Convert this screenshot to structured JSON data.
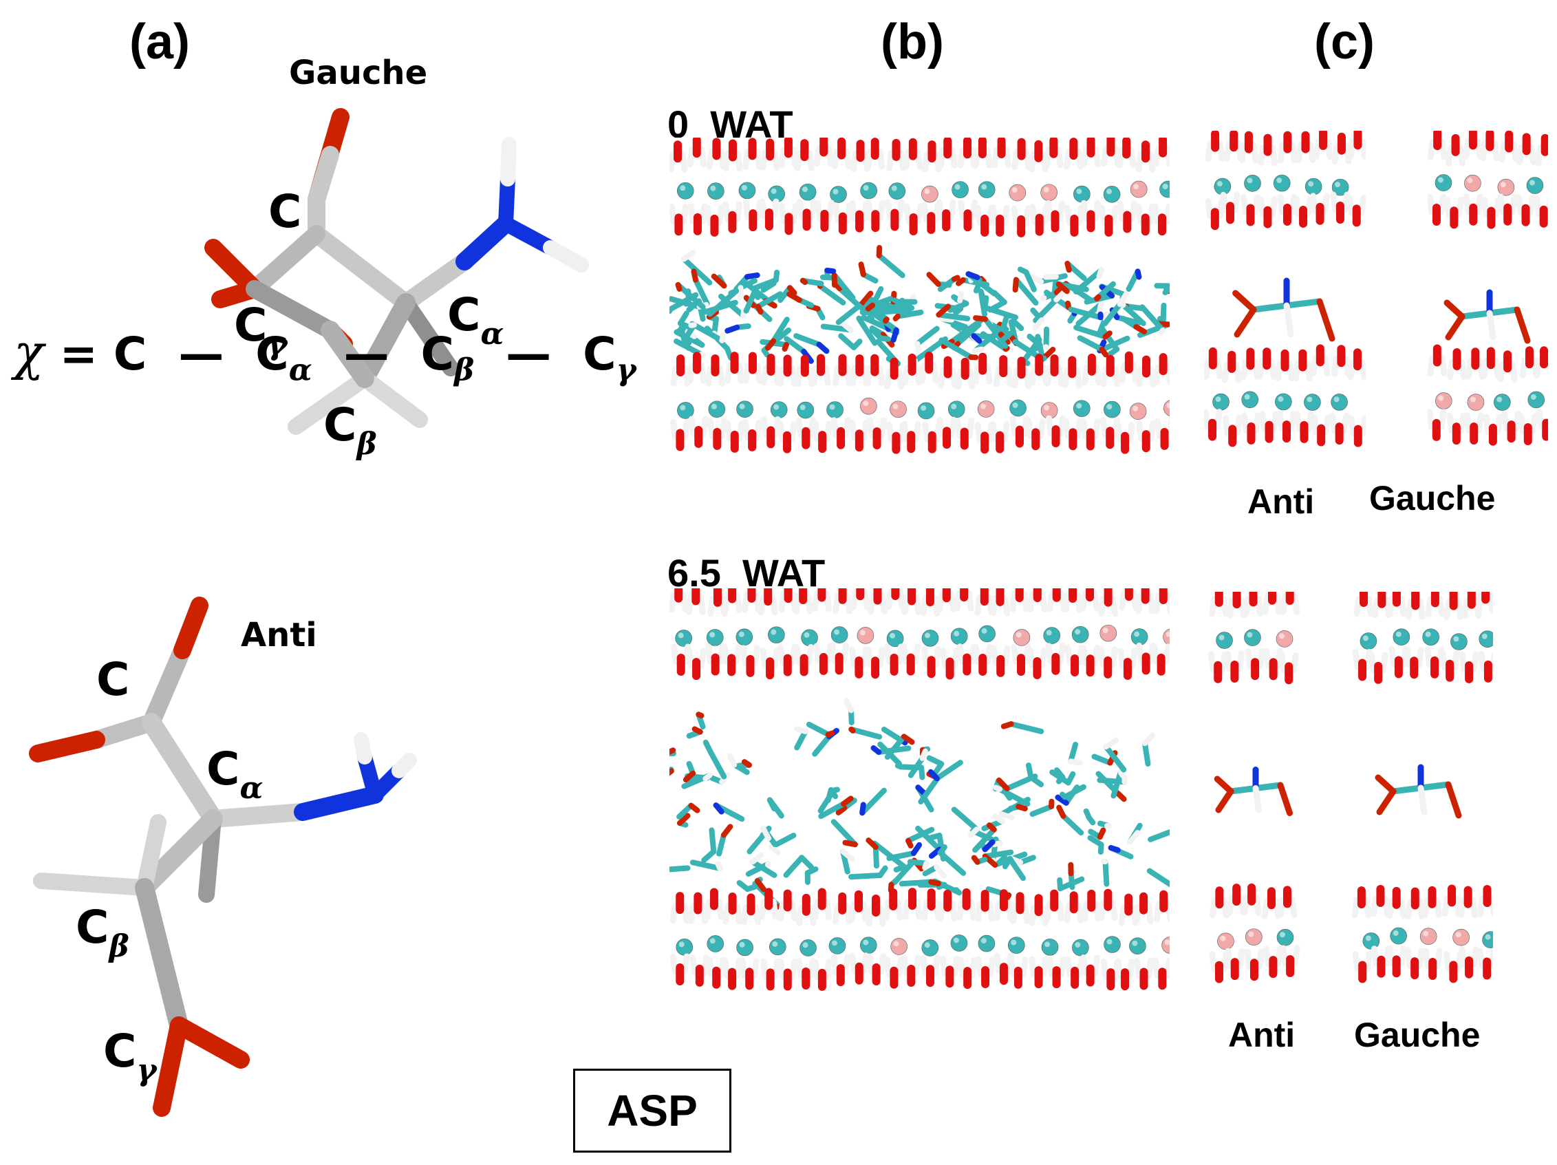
{
  "panels": {
    "a": {
      "letter": "(a)",
      "gauche_label": "Gauche",
      "anti_label": "Anti"
    },
    "b": {
      "letter": "(b)"
    },
    "c": {
      "letter": "(c)"
    }
  },
  "atoms": {
    "c": "C",
    "base": "C",
    "alpha": "α",
    "beta": "β",
    "gamma": "γ"
  },
  "equation": {
    "chi": "χ",
    "equals": "=",
    "dash": "—"
  },
  "conditions": {
    "top": "0_WAT",
    "bottom": "6.5_WAT"
  },
  "conformer_labels": {
    "top_anti": "Anti",
    "top_gauche": "Gauche",
    "bottom_anti": "Anti",
    "bottom_gauche": "Gauche"
  },
  "residue": "ASP",
  "colors": {
    "carbon_stick": "#b8b8b8",
    "oxygen": "#cc2200",
    "nitrogen": "#1133dd",
    "hydrogen": "#f2f2f2",
    "cyan_carbon": "#39b3b3",
    "pink_ion": "#f0a8a8",
    "water_oxygen": "#e01010"
  }
}
